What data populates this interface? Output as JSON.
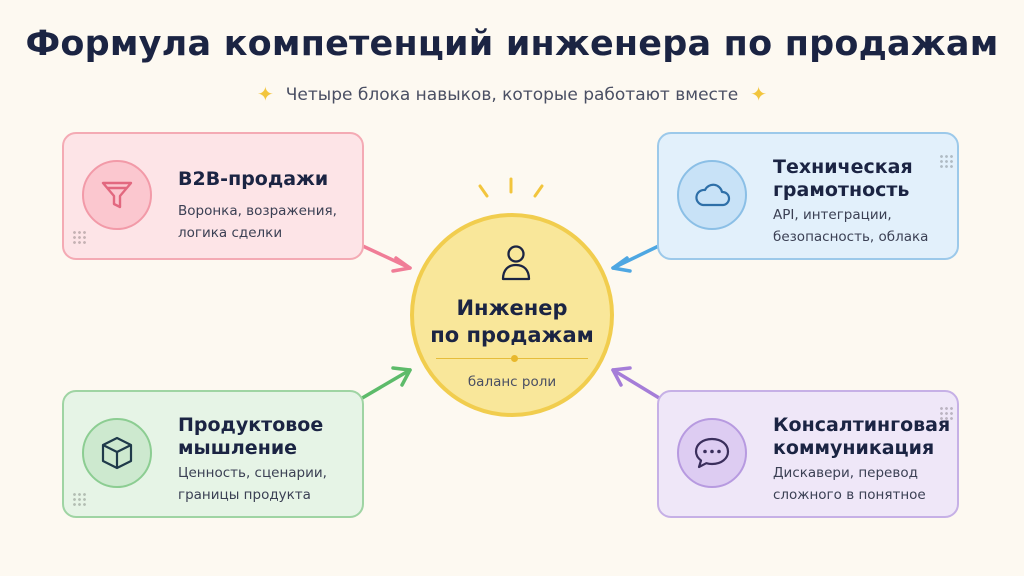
{
  "title": "Формула компетенций инженера по продажам",
  "subtitle": "Четыре блока навыков, которые работают вместе",
  "center": {
    "title_line1": "Инженер",
    "title_line2": "по продажам",
    "subtitle": "баланс роли",
    "icon": "person-icon"
  },
  "blocks": [
    {
      "id": "b2b",
      "title_line1": "B2B-продажи",
      "title_line2": "",
      "desc_line1": "Воронка, возражения,",
      "desc_line2": "логика сделки",
      "icon": "funnel-icon",
      "color": "#f07d97"
    },
    {
      "id": "tech",
      "title_line1": "Техническая",
      "title_line2": "грамотность",
      "desc_line1": "API, интеграции,",
      "desc_line2": "безопасность, облака",
      "icon": "cloud-icon",
      "color": "#4ea7e2"
    },
    {
      "id": "prod",
      "title_line1": "Продуктовое",
      "title_line2": "мышление",
      "desc_line1": "Ценность, сценарии,",
      "desc_line2": "границы продукта",
      "icon": "cube-icon",
      "color": "#5dbb6a"
    },
    {
      "id": "cons",
      "title_line1": "Консалтинговая",
      "title_line2": "коммуникация",
      "desc_line1": "Дискавери, перевод",
      "desc_line2": "сложного в понятное",
      "icon": "speech-bubble-icon",
      "color": "#a57dd8"
    }
  ],
  "colors": {
    "background": "#fdf9f1",
    "center_fill": "#f9e79a",
    "center_border": "#f1cd4e",
    "sparkle": "#f2c53d",
    "title": "#1b2443"
  }
}
